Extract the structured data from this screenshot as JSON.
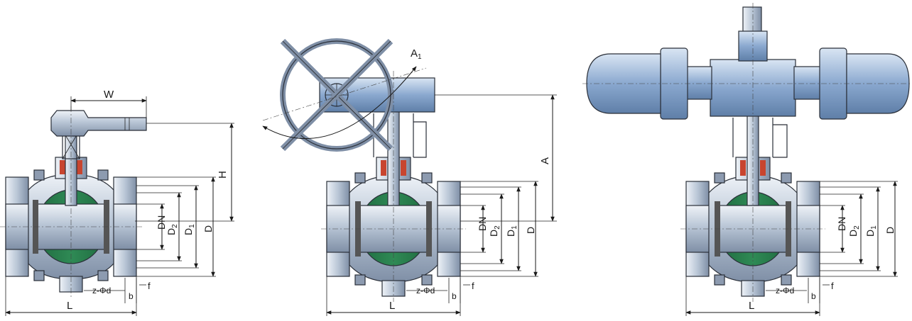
{
  "colors": {
    "steel": "#b9c6d6",
    "steel_dark": "#7f8fa6",
    "ball": "#2f8a55",
    "seal": "#c8452f",
    "actuator": "#8aa8cf",
    "line": "#1a1a1a"
  },
  "views": [
    {
      "name": "lever-operated",
      "labels": {
        "W": "W",
        "H": "H",
        "DN": "DN",
        "D2": "D",
        "D2_sub": "2",
        "D1": "D",
        "D1_sub": "1",
        "D": "D",
        "L": "L",
        "zd": "z-Φd",
        "f": "f",
        "b": "b"
      }
    },
    {
      "name": "gear-operated",
      "labels": {
        "A1": "A",
        "A1_sub": "1",
        "A": "A",
        "DN": "DN",
        "D2": "D",
        "D2_sub": "2",
        "D1": "D",
        "D1_sub": "1",
        "D": "D",
        "L": "L",
        "zd": "z-Φd",
        "f": "f",
        "b": "b"
      }
    },
    {
      "name": "actuator-operated",
      "labels": {
        "DN": "DN",
        "D2": "D",
        "D2_sub": "2",
        "D1": "D",
        "D1_sub": "1",
        "D": "D",
        "L": "L",
        "zd": "z-Φd",
        "f": "f",
        "b": "b"
      }
    }
  ]
}
